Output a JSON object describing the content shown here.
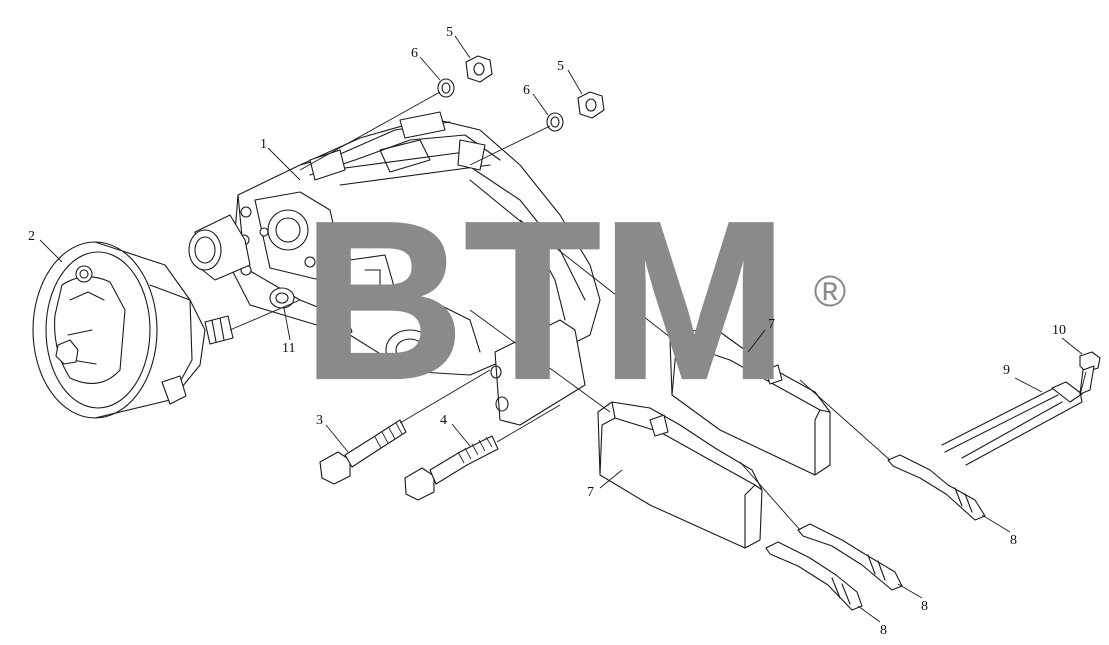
{
  "diagram": {
    "callouts": [
      {
        "id": "c1",
        "label": "1"
      },
      {
        "id": "c2",
        "label": "2"
      },
      {
        "id": "c3",
        "label": "3"
      },
      {
        "id": "c4",
        "label": "4"
      },
      {
        "id": "c5a",
        "label": "5"
      },
      {
        "id": "c5b",
        "label": "5"
      },
      {
        "id": "c6a",
        "label": "6"
      },
      {
        "id": "c6b",
        "label": "6"
      },
      {
        "id": "c7a",
        "label": "7"
      },
      {
        "id": "c7b",
        "label": "7"
      },
      {
        "id": "c8a",
        "label": "8"
      },
      {
        "id": "c8b",
        "label": "8"
      },
      {
        "id": "c8c",
        "label": "8"
      },
      {
        "id": "c9",
        "label": "9"
      },
      {
        "id": "c10",
        "label": "10"
      },
      {
        "id": "c11",
        "label": "11"
      }
    ]
  },
  "watermark": {
    "text": "BTM",
    "registered_mark": "®",
    "color": "#8a8a8a"
  }
}
